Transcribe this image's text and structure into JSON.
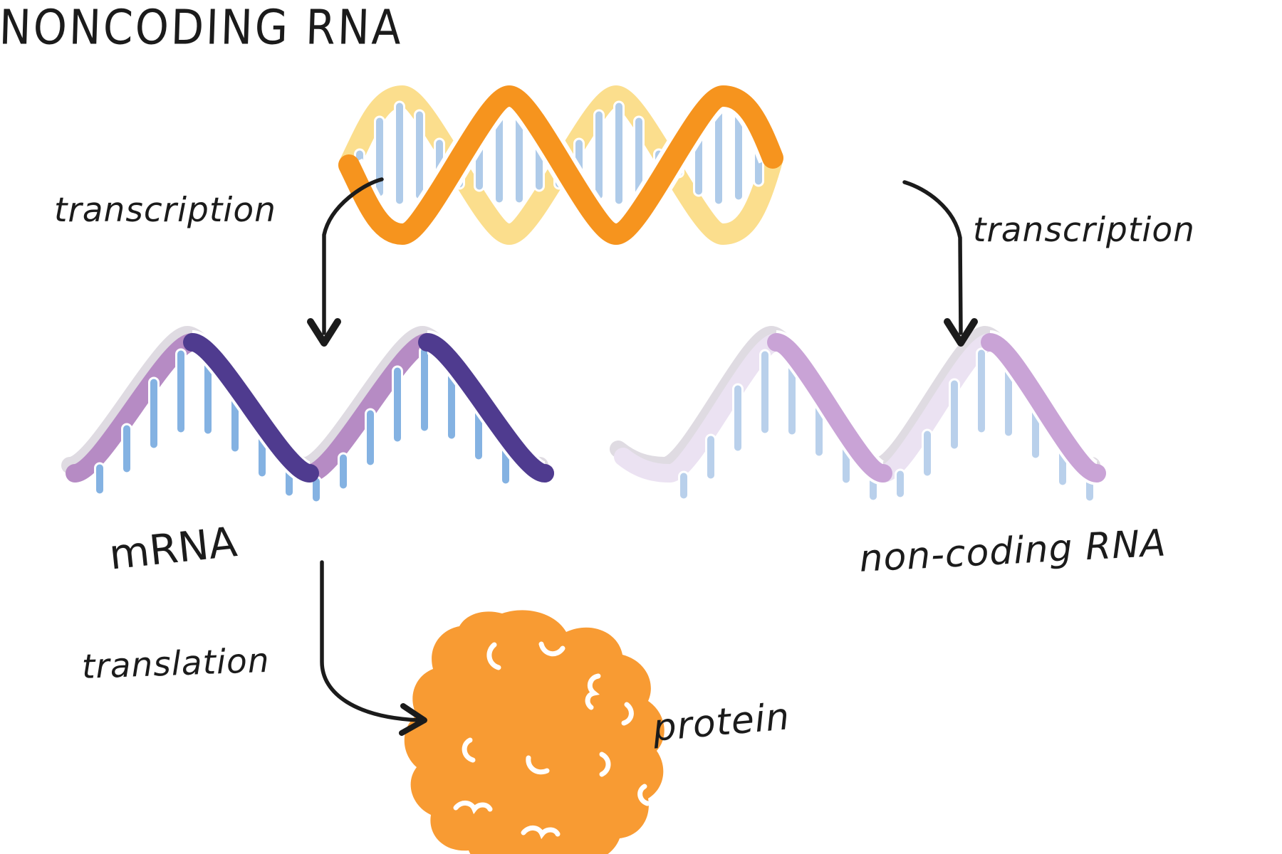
{
  "title": "NONCODING RNA",
  "labels": {
    "transcription_left": "transcription",
    "transcription_right": "transcription",
    "mrna": "mRNA",
    "noncoding_rna": "non-coding RNA",
    "translation": "translation",
    "protein": "protein"
  },
  "colors": {
    "dna_strand_primary": "#F6941E",
    "dna_strand_secondary": "#FBDE8D",
    "dna_base_pairs": "#AFCBE9",
    "mrna_light": "#B68BC4",
    "mrna_dark": "#4F3B8F",
    "mrna_bases": "#84B2E2",
    "ncrna_light": "#EBE2F2",
    "ncrna_dark": "#C9A3D6",
    "ncrna_bases": "#B9D0EB",
    "protein": "#F89B33",
    "ink": "#1B1B1B",
    "shadow": "#DFDBE2"
  }
}
